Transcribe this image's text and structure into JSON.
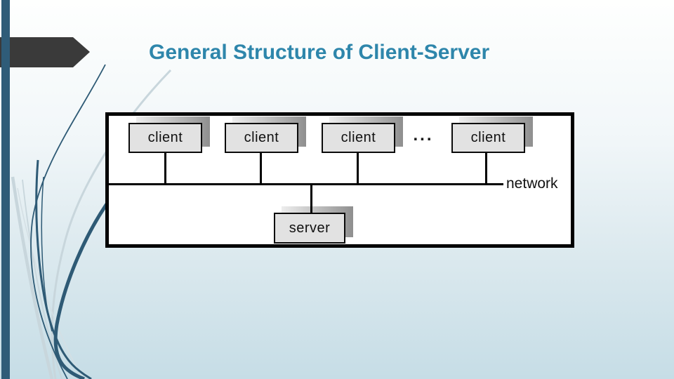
{
  "slide": {
    "title": "General Structure of Client-Server"
  },
  "diagram": {
    "client_labels": [
      "client",
      "client",
      "client",
      "client"
    ],
    "ellipsis": "...",
    "server_label": "server",
    "network_label": "network"
  },
  "colors": {
    "title_text": "#2e86ab",
    "left_bar": "#2f5c78",
    "arrow_banner": "#3a3a3a",
    "swoosh_dark": "#2e5a75",
    "swoosh_light": "#c8d6dc",
    "panel_background": "#ffffff",
    "panel_border": "#000000",
    "node_box_fill": "#e2e2e2",
    "background_top": "#fefffe",
    "background_bottom": "#c6dde6"
  }
}
